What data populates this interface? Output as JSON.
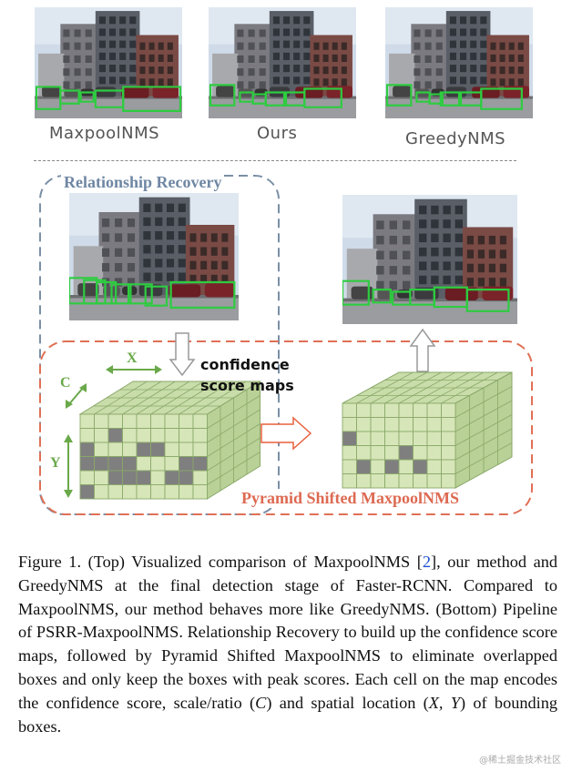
{
  "top_labels": [
    "MaxpoolNMS",
    "Ours",
    "GreedyNMS"
  ],
  "relationship_title": "Relationship Recovery",
  "confidence_label": [
    "confidence",
    "score maps"
  ],
  "pyramid_title": "Pyramid Shifted MaxpoolNMS",
  "axis": {
    "x": "X",
    "y": "Y",
    "c": "C"
  },
  "colors": {
    "box_green": "#2ecc40",
    "relationship_border": "#7a8fa6",
    "relationship_title": "#6f87a3",
    "pyramid_border": "#e07055",
    "pyramid_title": "#dd6a52",
    "cube_light": "#d6e6b8",
    "cube_dark": "#7f7f7f",
    "arrow_orange": "#e8603c",
    "axis_green": "#6aa94a"
  },
  "caption": {
    "p1": "Figure 1. (Top) Visualized comparison of MaxpoolNMS [",
    "cite": "2",
    "p2": "], our method and GreedyNMS at the final detection stage of Faster-RCNN. Compared to MaxpoolNMS, our method behaves more like GreedyNMS. (Bottom) Pipeline of PSRR-MaxpoolNMS. Relationship Recovery to build up the confidence score maps, followed by Pyramid Shifted MaxpoolNMS to eliminate overlapped boxes and only keep the boxes with peak scores. Each cell on the map encodes the confidence score, scale/ratio (",
    "c": "C",
    "p3": ") and spatial location (",
    "xy": "X, Y",
    "p4": ") of bounding boxes."
  },
  "watermark": "@稀土掘金技术社区"
}
